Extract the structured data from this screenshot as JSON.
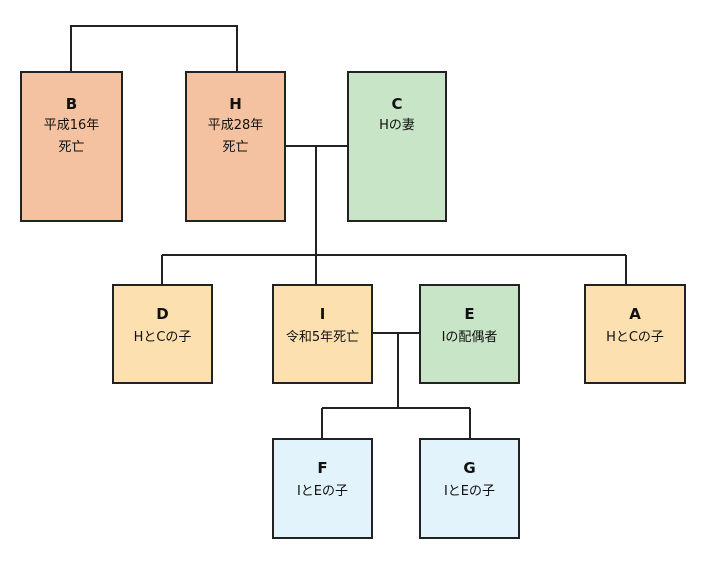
{
  "colors": {
    "deceased": "#f4c2a1",
    "spouse": "#c8e5c8",
    "child": "#fde0b0",
    "grandchild": "#e2f3fb",
    "line": "#222222"
  },
  "persons": {
    "B": {
      "name": "B",
      "desc": "平成16年\n死亡"
    },
    "H": {
      "name": "H",
      "desc": "平成28年\n死亡"
    },
    "C": {
      "name": "C",
      "desc": "Hの妻"
    },
    "D": {
      "name": "D",
      "desc": "HとCの子"
    },
    "I": {
      "name": "I",
      "desc": "令和5年死亡"
    },
    "E": {
      "name": "E",
      "desc": "Iの配偶者"
    },
    "A": {
      "name": "A",
      "desc": "HとCの子"
    },
    "F": {
      "name": "F",
      "desc": "IとEの子"
    },
    "G": {
      "name": "G",
      "desc": "IとEの子"
    }
  }
}
